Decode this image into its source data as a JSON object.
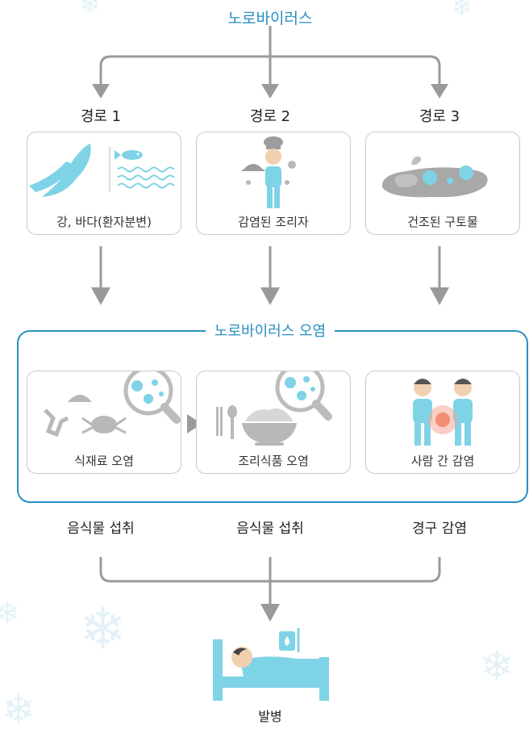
{
  "top_title": "노로바이러스",
  "routes": [
    {
      "label": "경로 1",
      "caption": "강, 바다(환자분변)"
    },
    {
      "label": "경로 2",
      "caption": "감염된 조리자"
    },
    {
      "label": "경로 3",
      "caption": "건조된 구토물"
    }
  ],
  "contamination": {
    "title": "노로바이러스 오염",
    "items": [
      {
        "caption": "식재료 오염"
      },
      {
        "caption": "조리식품 오염"
      },
      {
        "caption": "사람 간 감염"
      }
    ]
  },
  "intake": [
    "음식물 섭취",
    "음식물 섭취",
    "경구 감염"
  ],
  "outcome": "발병",
  "colors": {
    "accent": "#2a8fc2",
    "ice": "#7fd3e6",
    "arrow": "#9a9a9a",
    "lens": "#bcbcbc",
    "shape_gray": "#9c9c9c"
  }
}
